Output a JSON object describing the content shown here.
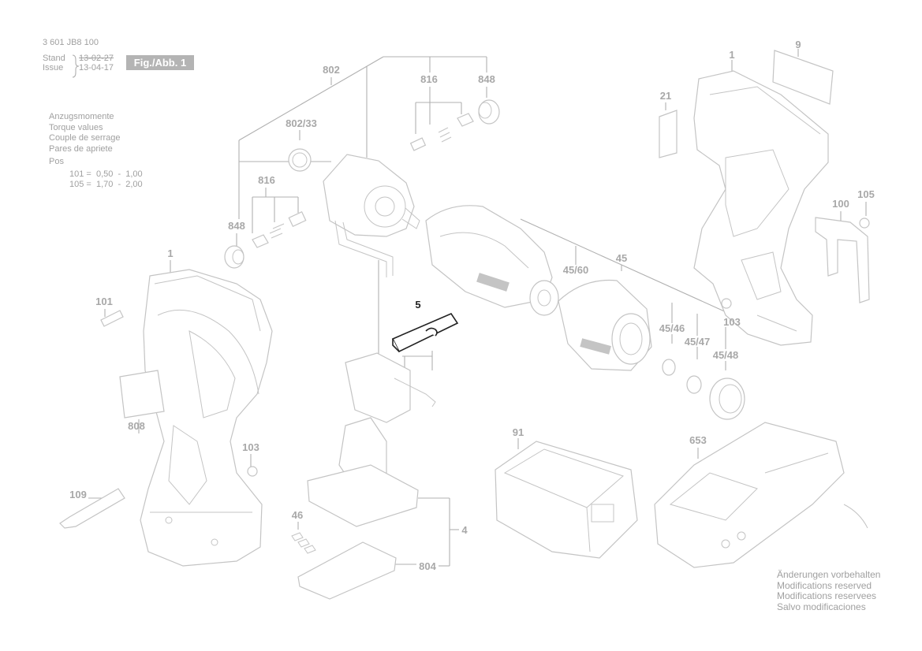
{
  "header": {
    "code": "3 601 JB8 100",
    "stand_label": "Stand",
    "issue_label": "Issue",
    "stand_date": "13-02-27",
    "issue_date": "13-04-17",
    "fig_label": "Fig./Abb. 1"
  },
  "torque": {
    "lines": [
      "Anzugsmomente",
      "Torque values",
      "Couple de serrage",
      "Pares de apriete"
    ],
    "pos_label": "Pos",
    "values": [
      "101 =  0,50  -  1,00",
      "105 =  1,70  -  2,00"
    ]
  },
  "footer": {
    "lines": [
      "Änderungen vorbehalten",
      "Modifications reserved",
      "Modifications reservees",
      "Salvo modificaciones"
    ]
  },
  "parts": {
    "p1_left": "1",
    "p1_right": "1",
    "p4": "4",
    "p5": "5",
    "p9": "9",
    "p21": "21",
    "p45": "45",
    "p45_46": "45/46",
    "p45_47": "45/47",
    "p45_48": "45/48",
    "p45_60": "45/60",
    "p46": "46",
    "p91": "91",
    "p100": "100",
    "p101": "101",
    "p103_left": "103",
    "p103_right": "103",
    "p105": "105",
    "p109": "109",
    "p653": "653",
    "p802": "802",
    "p802_33": "802/33",
    "p804": "804",
    "p808": "808",
    "p816_top": "816",
    "p816_left": "816",
    "p848_top": "848",
    "p848_left": "848"
  },
  "colors": {
    "line": "#b0b0b0",
    "part": "#c4c4c4",
    "highlight": "#222222",
    "fig_bg": "#b4b4b4"
  }
}
